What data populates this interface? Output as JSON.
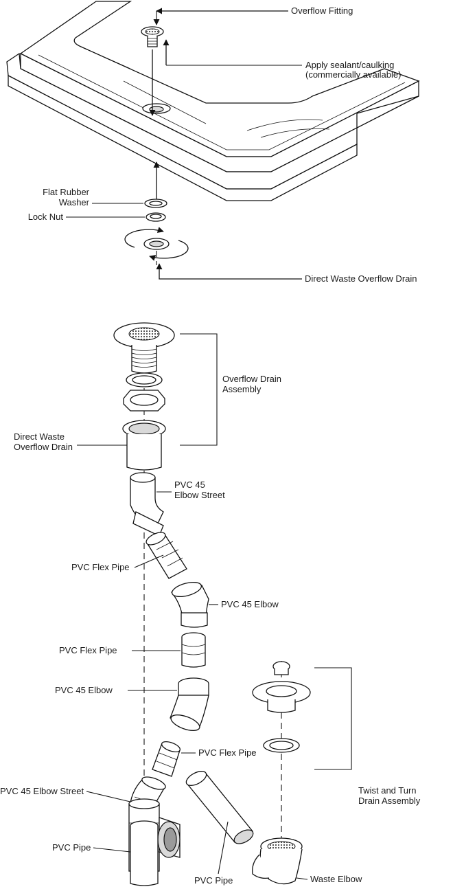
{
  "labels": {
    "overflow_fitting": "Overflow Fitting",
    "apply_sealant_1": "Apply sealant/caulking",
    "apply_sealant_2": "(commercially available)",
    "flat_rubber_1": "Flat Rubber",
    "flat_rubber_2": "Washer",
    "lock_nut": "Lock Nut",
    "direct_waste_overflow_drain": "Direct Waste Overflow Drain",
    "overflow_drain_assembly_1": "Overflow Drain",
    "overflow_drain_assembly_2": "Assembly",
    "direct_waste_1": "Direct Waste",
    "direct_waste_2": "Overflow Drain",
    "pvc45_elbow_street_1": "PVC 45",
    "pvc45_elbow_street_2": "Elbow Street",
    "pvc_flex_pipe_a": "PVC Flex Pipe",
    "pvc45_elbow_a": "PVC 45 Elbow",
    "pvc_flex_pipe_b": "PVC Flex Pipe",
    "pvc45_elbow_b": "PVC 45 Elbow",
    "pvc_flex_pipe_c": "PVC Flex Pipe",
    "pvc45_elbow_street_long": "PVC 45 Elbow Street",
    "twist_turn_1": "Twist and Turn",
    "twist_turn_2": "Drain Assembly",
    "pvc_pipe_a": "PVC Pipe",
    "pvc_pipe_b": "PVC Pipe",
    "waste_elbow": "Waste Elbow"
  }
}
